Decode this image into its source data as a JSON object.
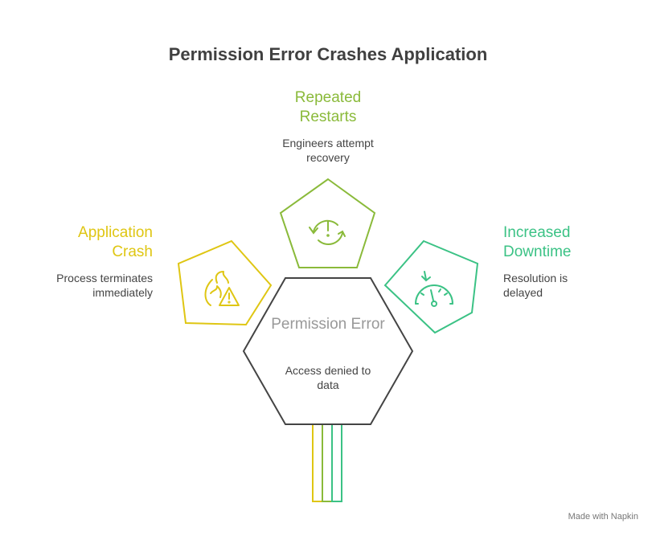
{
  "title": "Permission Error Crashes Application",
  "center": {
    "heading": "Permission Error",
    "description": "Access denied to data"
  },
  "items": [
    {
      "heading": "Application Crash",
      "description": "Process terminates immediately",
      "color": "#dfc613",
      "icon": "fire-warning-icon"
    },
    {
      "heading": "Repeated Restarts",
      "description": "Engineers attempt recovery",
      "color": "#8aba3a",
      "icon": "restart-alert-icon"
    },
    {
      "heading": "Increased Downtime",
      "description": "Resolution is delayed",
      "color": "#3bc285",
      "icon": "speedometer-down-icon"
    }
  ],
  "footer": "Made with  Napkin"
}
